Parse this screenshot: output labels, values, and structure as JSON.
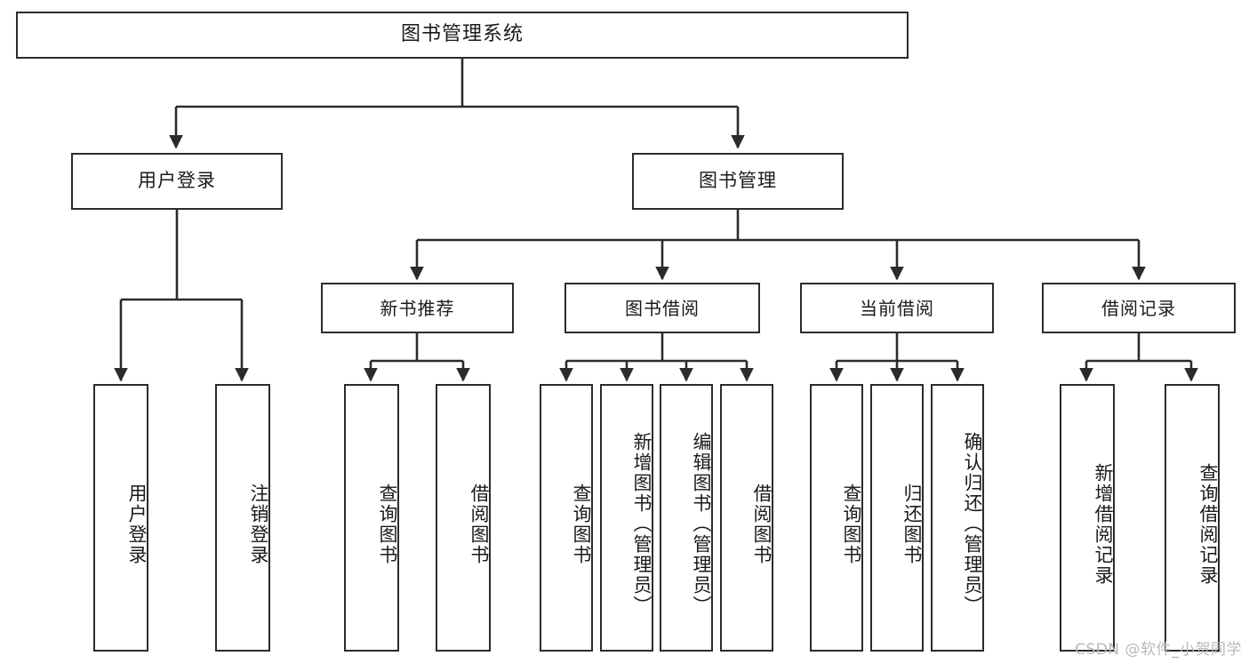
{
  "diagram": {
    "title": "图书管理系统",
    "type": "tree",
    "orientation": "top-down",
    "colors": {
      "box_border": "#2b2b2b",
      "box_fill": "#ffffff",
      "edge": "#2b2b2b",
      "text": "#1a1a1a",
      "watermark": "#b9b9b9",
      "background": "#ffffff"
    },
    "root": {
      "label": "图书管理系统"
    },
    "level2": [
      {
        "label": "用户登录"
      },
      {
        "label": "图书管理"
      }
    ],
    "level3": [
      {
        "label": "新书推荐"
      },
      {
        "label": "图书借阅"
      },
      {
        "label": "当前借阅"
      },
      {
        "label": "借阅记录"
      }
    ],
    "leaves": {
      "user_login": [
        {
          "label": "用户登录"
        },
        {
          "label": "注销登录"
        }
      ],
      "new_book_recommend": [
        {
          "label": "查询图书"
        },
        {
          "label": "借阅图书"
        }
      ],
      "book_borrow": [
        {
          "label": "查询图书"
        },
        {
          "label": "新增图书（管理员）"
        },
        {
          "label": "编辑图书（管理员）"
        },
        {
          "label": "借阅图书"
        }
      ],
      "current_borrow": [
        {
          "label": "查询图书"
        },
        {
          "label": "归还图书"
        },
        {
          "label": "确认归还（管理员）"
        }
      ],
      "borrow_record": [
        {
          "label": "新增借阅记录"
        },
        {
          "label": "查询借阅记录"
        }
      ]
    },
    "watermark": "CSDN @软件_小贺同学"
  }
}
